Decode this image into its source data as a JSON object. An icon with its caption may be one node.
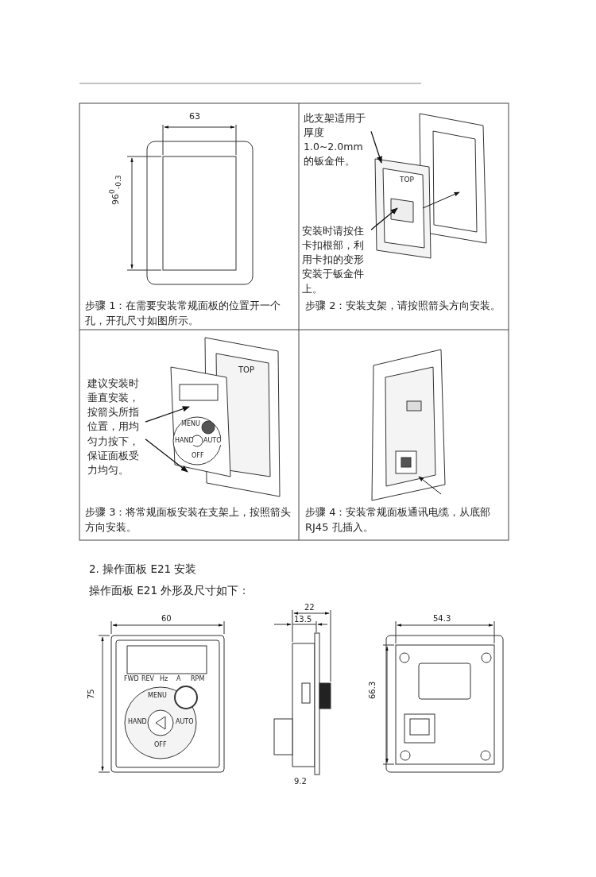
{
  "diagram": {
    "nodes": [
      {
        "text": [
          "此支架适用于厚度1.0~2.0mm的钣金件。"
        ]
      },
      {
        "text": [],
        "shape": "picture"
      },
      {
        "text": [
          "安装时请按住卡扣根部，利用卡扣的变形安装于钣金件上。"
        ]
      },
      {
        "text": [
          "建议安装时垂直安装，按箭头所指位置，用均匀力按下，保证面板受力均匀。"
        ]
      },
      {
        "text": [],
        "shape": "picture"
      }
    ],
    "edges": [
      {
        "from": 0,
        "to": 1,
        "arrow": "to"
      },
      {
        "from": 2,
        "to": 1,
        "arrow": "to"
      },
      {
        "from": 3,
        "to": 4,
        "arrow": "to"
      },
      {
        "from": 3,
        "to": 4,
        "arrow": "to"
      }
    ],
    "labels": [
      "63",
      "96$^{0}$$_{-0.3}$",
      "TOP",
      "步骤 1：在需要安装常规面板的位置开一个孔，开孔尺寸如图所示。",
      "步骤 2：安装支架，请按照箭头方向安装。",
      "TOP",
      "MENU",
      "HAND",
      "OFF",
      "AUTO",
      "步骤 3：将常规面板安装在支架上，按照箭头方向安装。",
      "步骤 4：安装常规面板通讯电缆，从底部 RJ45 孔插入。",
      "2. 操作面板 E21 安装",
      "操作面板 E21 外形及尺寸如下：",
      "60",
      "75",
      "FWD",
      "REV",
      "Hz",
      "A",
      "RPM",
      "MENU",
      "HAND",
      "OFF",
      "AUTO",
      "22",
      "13.5",
      "9.2",
      "54.3",
      "66.3"
    ]
  }
}
